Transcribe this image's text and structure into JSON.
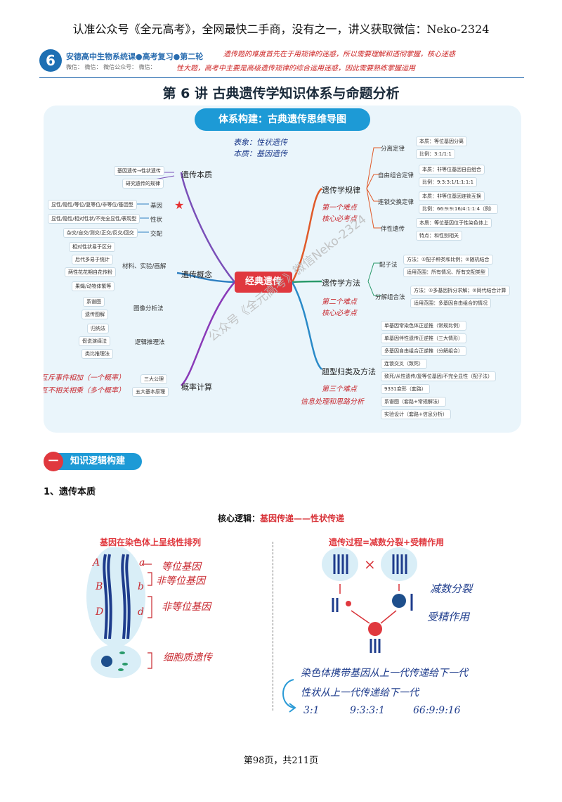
{
  "top_banner": "认准公众号《全元高考》，全网最快二手商，没有之一，讲义获取微信：Neko-2324",
  "course": {
    "logo": "6",
    "title": "安德高中生物系统课●高考复习●第二轮",
    "subtitle": "微信：  微信：  微信公众号：  微信：",
    "note_line1": "遗传题的难度首先在于用规律的迷惑，所以需要理解和透彻掌握，核心迷惑",
    "note_line2": "性大题，高考中主要是高级遗传规律的综合运用迷惑，因此需要熟练掌握运用"
  },
  "lecture_title": "第 6 讲    古典遗传学知识体系与命题分析",
  "mindmap": {
    "title": "体系构建：古典遗传思维导图",
    "center": "经典遗传",
    "hw_top_1": "表象：性状遗传",
    "hw_top_2": "本质：基因遗传",
    "left": {
      "essence": {
        "label": "遗传本质",
        "children": [
          "基因遗传→性状遗传",
          "研究遗传的规律"
        ]
      },
      "concepts": {
        "label": "遗传概念",
        "gene": {
          "label": "基因",
          "leaf": "显性/隐性/等位/复等位/非等位/基因型"
        },
        "trait": {
          "label": "性状",
          "leaf": "显性/隐性/相对性状/不完全显性/表现型"
        },
        "cross": {
          "label": "交配",
          "leaf": "杂交/自交/测交/正交/反交/回交"
        },
        "materials": {
          "label": "材料、实验/画解",
          "leaves": [
            "相对性状易于区分",
            "后代多易于统计",
            "两性花花期自花传粉",
            "果蝇/动物体繁等"
          ]
        },
        "diagram": {
          "label": "图像分析法",
          "leaves": [
            "系谱图",
            "遗传图解"
          ]
        },
        "logic": {
          "label": "逻辑推理法",
          "leaves": [
            "归纳法",
            "假说演绎法",
            "类比推理法"
          ]
        }
      },
      "probability": {
        "label": "概率计算",
        "children": [
          "三大公理",
          "五大基本原理"
        ]
      }
    },
    "right": {
      "laws": {
        "label": "遗传学规律",
        "segregation": {
          "label": "分离定律",
          "leaves": [
            "本质：等位基因分离",
            "比例：3:1/1:1"
          ]
        },
        "independent": {
          "label": "自由组合定律",
          "leaves": [
            "本质：非等位基因自由组合",
            "比例：9:3:3:1/1:1:1:1"
          ]
        },
        "linkage": {
          "label": "连锁交换定律",
          "leaves": [
            "本质：非等位基因连锁互换",
            "比例：66:9:9:16/4:1:1:4（例）"
          ]
        },
        "sex_linked": {
          "label": "伴性遗传",
          "leaves": [
            "本质：等位基因位于性染色体上",
            "特点：和性别相关"
          ]
        }
      },
      "methods": {
        "label": "遗传学方法",
        "gamete": {
          "label": "配子法",
          "leaves": [
            "方法：①配子种类和比例；②随机结合",
            "适用范围：所有情况、所有交配类型"
          ]
        },
        "split": {
          "label": "分解组合法",
          "leaves": [
            "方法：①多基因拆分求解；②同代结合计算",
            "适用范围：多基因自由组合的情况"
          ]
        }
      },
      "problems": {
        "label": "题型归类及方法",
        "leaves": [
          "单基因常染色体正逆推（常规比例）",
          "单基因伴性遗传正逆推（三大情形）",
          "多基因自由组合正逆推（分解组合）",
          "连锁交叉（致死）",
          "致死/从性遗传/复等位基因/不完全显性（配子法）",
          "9331变形（套路）",
          "系谱图（套路+常规解法）",
          "实验设计（套路+信息分析）"
        ]
      }
    },
    "hw_laws_1": "第一个难点",
    "hw_laws_2": "核心必考点",
    "hw_methods_1": "第二个难点",
    "hw_methods_2": "核心必考点",
    "hw_problems_1": "第三个难点",
    "hw_problems_2": "信息处理和思路分析",
    "hw_prob_1": "互斥事件相加（一个概率）",
    "hw_prob_2": "互不相关相乘（多个概率）"
  },
  "watermark": "公众号《全元高考》微信Neko-2324",
  "section": {
    "number": "一",
    "label": "知识逻辑构建"
  },
  "sub_heading": "1、遗传本质",
  "core_logic": {
    "prefix": "核心逻辑：",
    "highlight": "基因传递——性状传递"
  },
  "left_panel": {
    "title": "基因在染色体上呈线性排列",
    "alleles": [
      "A",
      "a",
      "B",
      "b",
      "D",
      "d"
    ],
    "hw_labels": [
      "等位基因",
      "非等位基因",
      "非等位基因",
      "细胞质遗传"
    ]
  },
  "right_panel": {
    "title": "遗传过程=减数分裂+受精作用",
    "cross_symbol": "×",
    "hw_labels": [
      "减数分裂",
      "受精作用"
    ],
    "hw_note_1": "染色体携带基因从上一代传递给下一代",
    "hw_note_2": "性状从上一代传递给下一代",
    "ratios": [
      "3:1",
      "9:3:3:1",
      "66:9:9:16"
    ]
  },
  "footer": "第98页，共211页"
}
